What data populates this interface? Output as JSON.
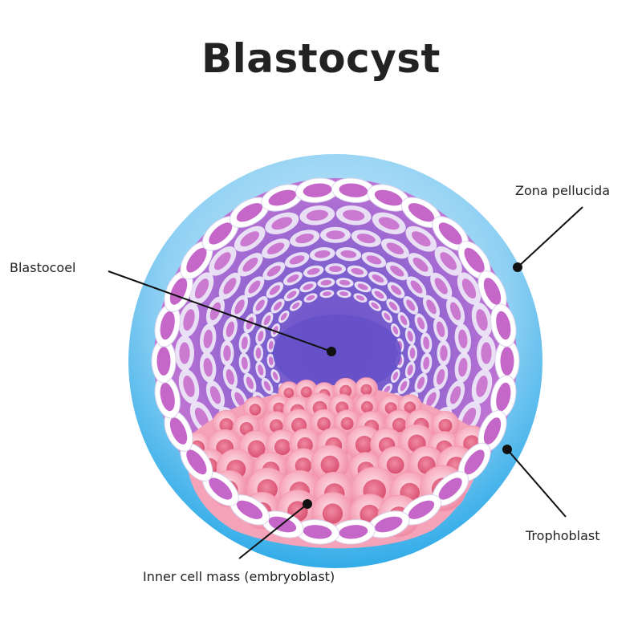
{
  "title": "Blastocyst",
  "labels": {
    "zona_pellucida": "Zona pellucida",
    "blastocoel": "Blastocoel",
    "trophoblast": "Trophoblast",
    "inner_cell_mass": "Inner cell mass (embryoblast)"
  },
  "colors": {
    "zona_outer": "#29a9e8",
    "zona_inner": "#b9e3f8",
    "cavity_purple": "#6a55c9",
    "cavity_pink": "#cf74cf",
    "cell_ring": "#ffffff",
    "cell_nucleus": "#c567c9",
    "icm_cell": "#f7a9bb",
    "icm_nucleus": "#e0627e",
    "leader": "#111111"
  }
}
